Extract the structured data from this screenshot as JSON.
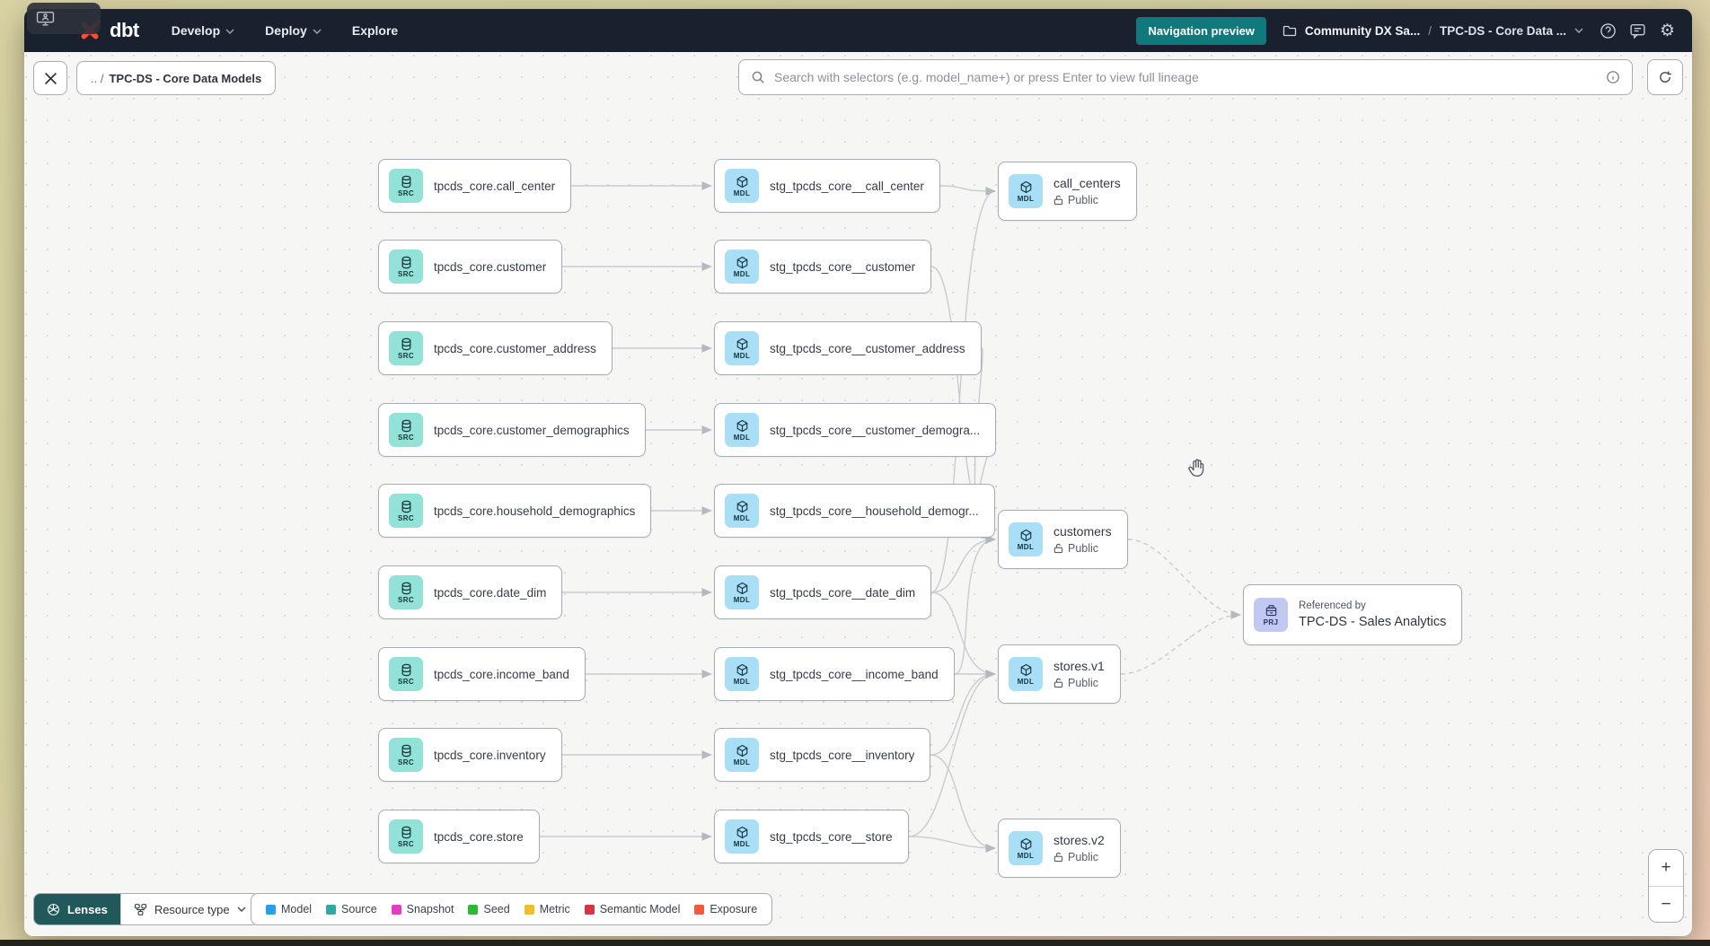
{
  "navbar": {
    "logo": "dbt",
    "menus": [
      {
        "label": "Develop",
        "has_chevron": true
      },
      {
        "label": "Deploy",
        "has_chevron": true
      },
      {
        "label": "Explore",
        "has_chevron": false
      }
    ],
    "preview_button": "Navigation preview",
    "account": "Community DX Sa...",
    "separator": "/",
    "project": "TPC-DS - Core Data ..."
  },
  "toolbar": {
    "back_breadcrumb": {
      "prefix": ".. /",
      "label": "TPC-DS - Core Data Models"
    },
    "search_placeholder": "Search with selectors (e.g. model_name+) or press Enter to view full lineage"
  },
  "graph": {
    "badges": {
      "source": "SRC",
      "model": "MDL",
      "project": "PRJ"
    },
    "rows": [
      {
        "source": "tpcds_core.call_center",
        "model": "stg_tpcds_core__call_center"
      },
      {
        "source": "tpcds_core.customer",
        "model": "stg_tpcds_core__customer"
      },
      {
        "source": "tpcds_core.customer_address",
        "model": "stg_tpcds_core__customer_address"
      },
      {
        "source": "tpcds_core.customer_demographics",
        "model": "stg_tpcds_core__customer_demogra..."
      },
      {
        "source": "tpcds_core.household_demographics",
        "model": "stg_tpcds_core__household_demogr..."
      },
      {
        "source": "tpcds_core.date_dim",
        "model": "stg_tpcds_core__date_dim"
      },
      {
        "source": "tpcds_core.income_band",
        "model": "stg_tpcds_core__income_band"
      },
      {
        "source": "tpcds_core.inventory",
        "model": "stg_tpcds_core__inventory"
      },
      {
        "source": "tpcds_core.store",
        "model": "stg_tpcds_core__store"
      }
    ],
    "public_models": [
      {
        "label": "call_centers",
        "access": "Public"
      },
      {
        "label": "customers",
        "access": "Public"
      },
      {
        "label": "stores.v1",
        "access": "Public"
      },
      {
        "label": "stores.v2",
        "access": "Public"
      }
    ],
    "project_node": {
      "caption": "Referenced by",
      "label": "TPC-DS - Sales Analytics"
    },
    "edges": {
      "model_to_public": [
        [
          0,
          0
        ],
        [
          5,
          0
        ],
        [
          1,
          1
        ],
        [
          2,
          1
        ],
        [
          3,
          1
        ],
        [
          4,
          1
        ],
        [
          5,
          1
        ],
        [
          6,
          1
        ],
        [
          5,
          2
        ],
        [
          6,
          2
        ],
        [
          7,
          2
        ],
        [
          8,
          2
        ],
        [
          7,
          3
        ],
        [
          8,
          3
        ]
      ],
      "public_to_project": [
        1,
        2
      ]
    }
  },
  "footer": {
    "lenses": "Lenses",
    "resource_type": "Resource type",
    "legend": [
      {
        "label": "Model",
        "color": "#299fe8"
      },
      {
        "label": "Source",
        "color": "#31a8a2"
      },
      {
        "label": "Snapshot",
        "color": "#e23ec0"
      },
      {
        "label": "Seed",
        "color": "#2eb838"
      },
      {
        "label": "Metric",
        "color": "#edbe2e"
      },
      {
        "label": "Semantic Model",
        "color": "#d63345"
      },
      {
        "label": "Exposure",
        "color": "#f05b40"
      }
    ]
  },
  "zoom_controls": {
    "zoom_in": "+",
    "zoom_out": "−"
  }
}
